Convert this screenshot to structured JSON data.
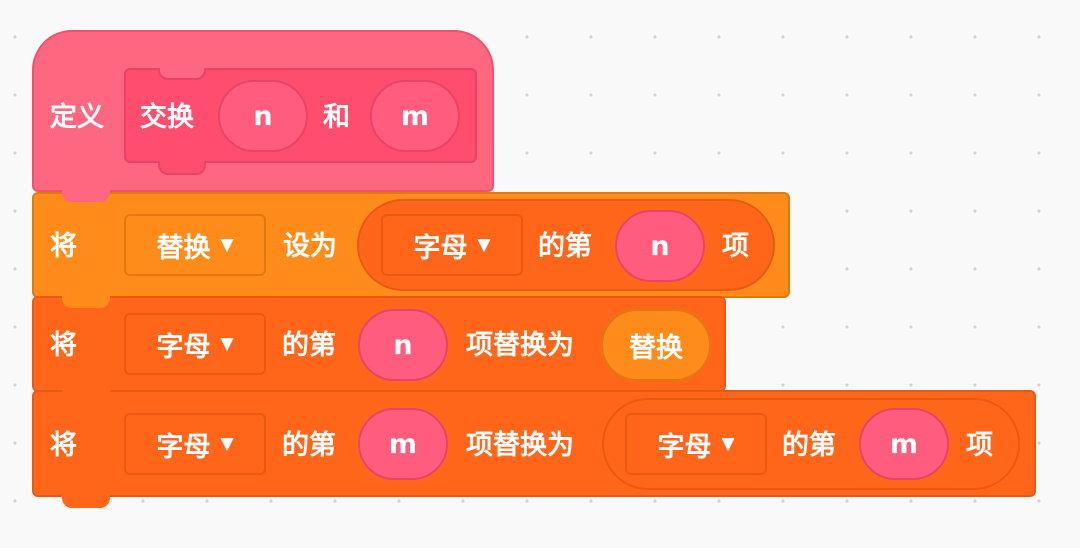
{
  "colors": {
    "define": "#ff6680",
    "define_border": "#f3506e",
    "prototype": "#ff4d6d",
    "list": "#ff661a",
    "list_border": "#e85a12",
    "variable": "#ff8c1a",
    "variable_border": "#e07a0e",
    "arg_pink": "#ff5c7e"
  },
  "define_block": {
    "label": "定义",
    "proc_name": "交换",
    "arg1": "n",
    "joiner": "和",
    "arg2": "m"
  },
  "set_block": {
    "label": "将",
    "variable": "替换",
    "set_to": "设为",
    "list_name": "字母",
    "item_of": "的第",
    "index": "n",
    "item_suffix": "项"
  },
  "replace_block_1": {
    "label": "将",
    "list_name": "字母",
    "item_of": "的第",
    "index": "n",
    "replace_with": "项替换为",
    "value": "替换"
  },
  "replace_block_2": {
    "label": "将",
    "list_name": "字母",
    "item_of": "的第",
    "index": "m",
    "replace_with": "项替换为",
    "inner_list_name": "字母",
    "inner_item_of": "的第",
    "inner_index": "m",
    "inner_item_suffix": "项"
  },
  "icons": {
    "dropdown": "caret-down-icon"
  }
}
